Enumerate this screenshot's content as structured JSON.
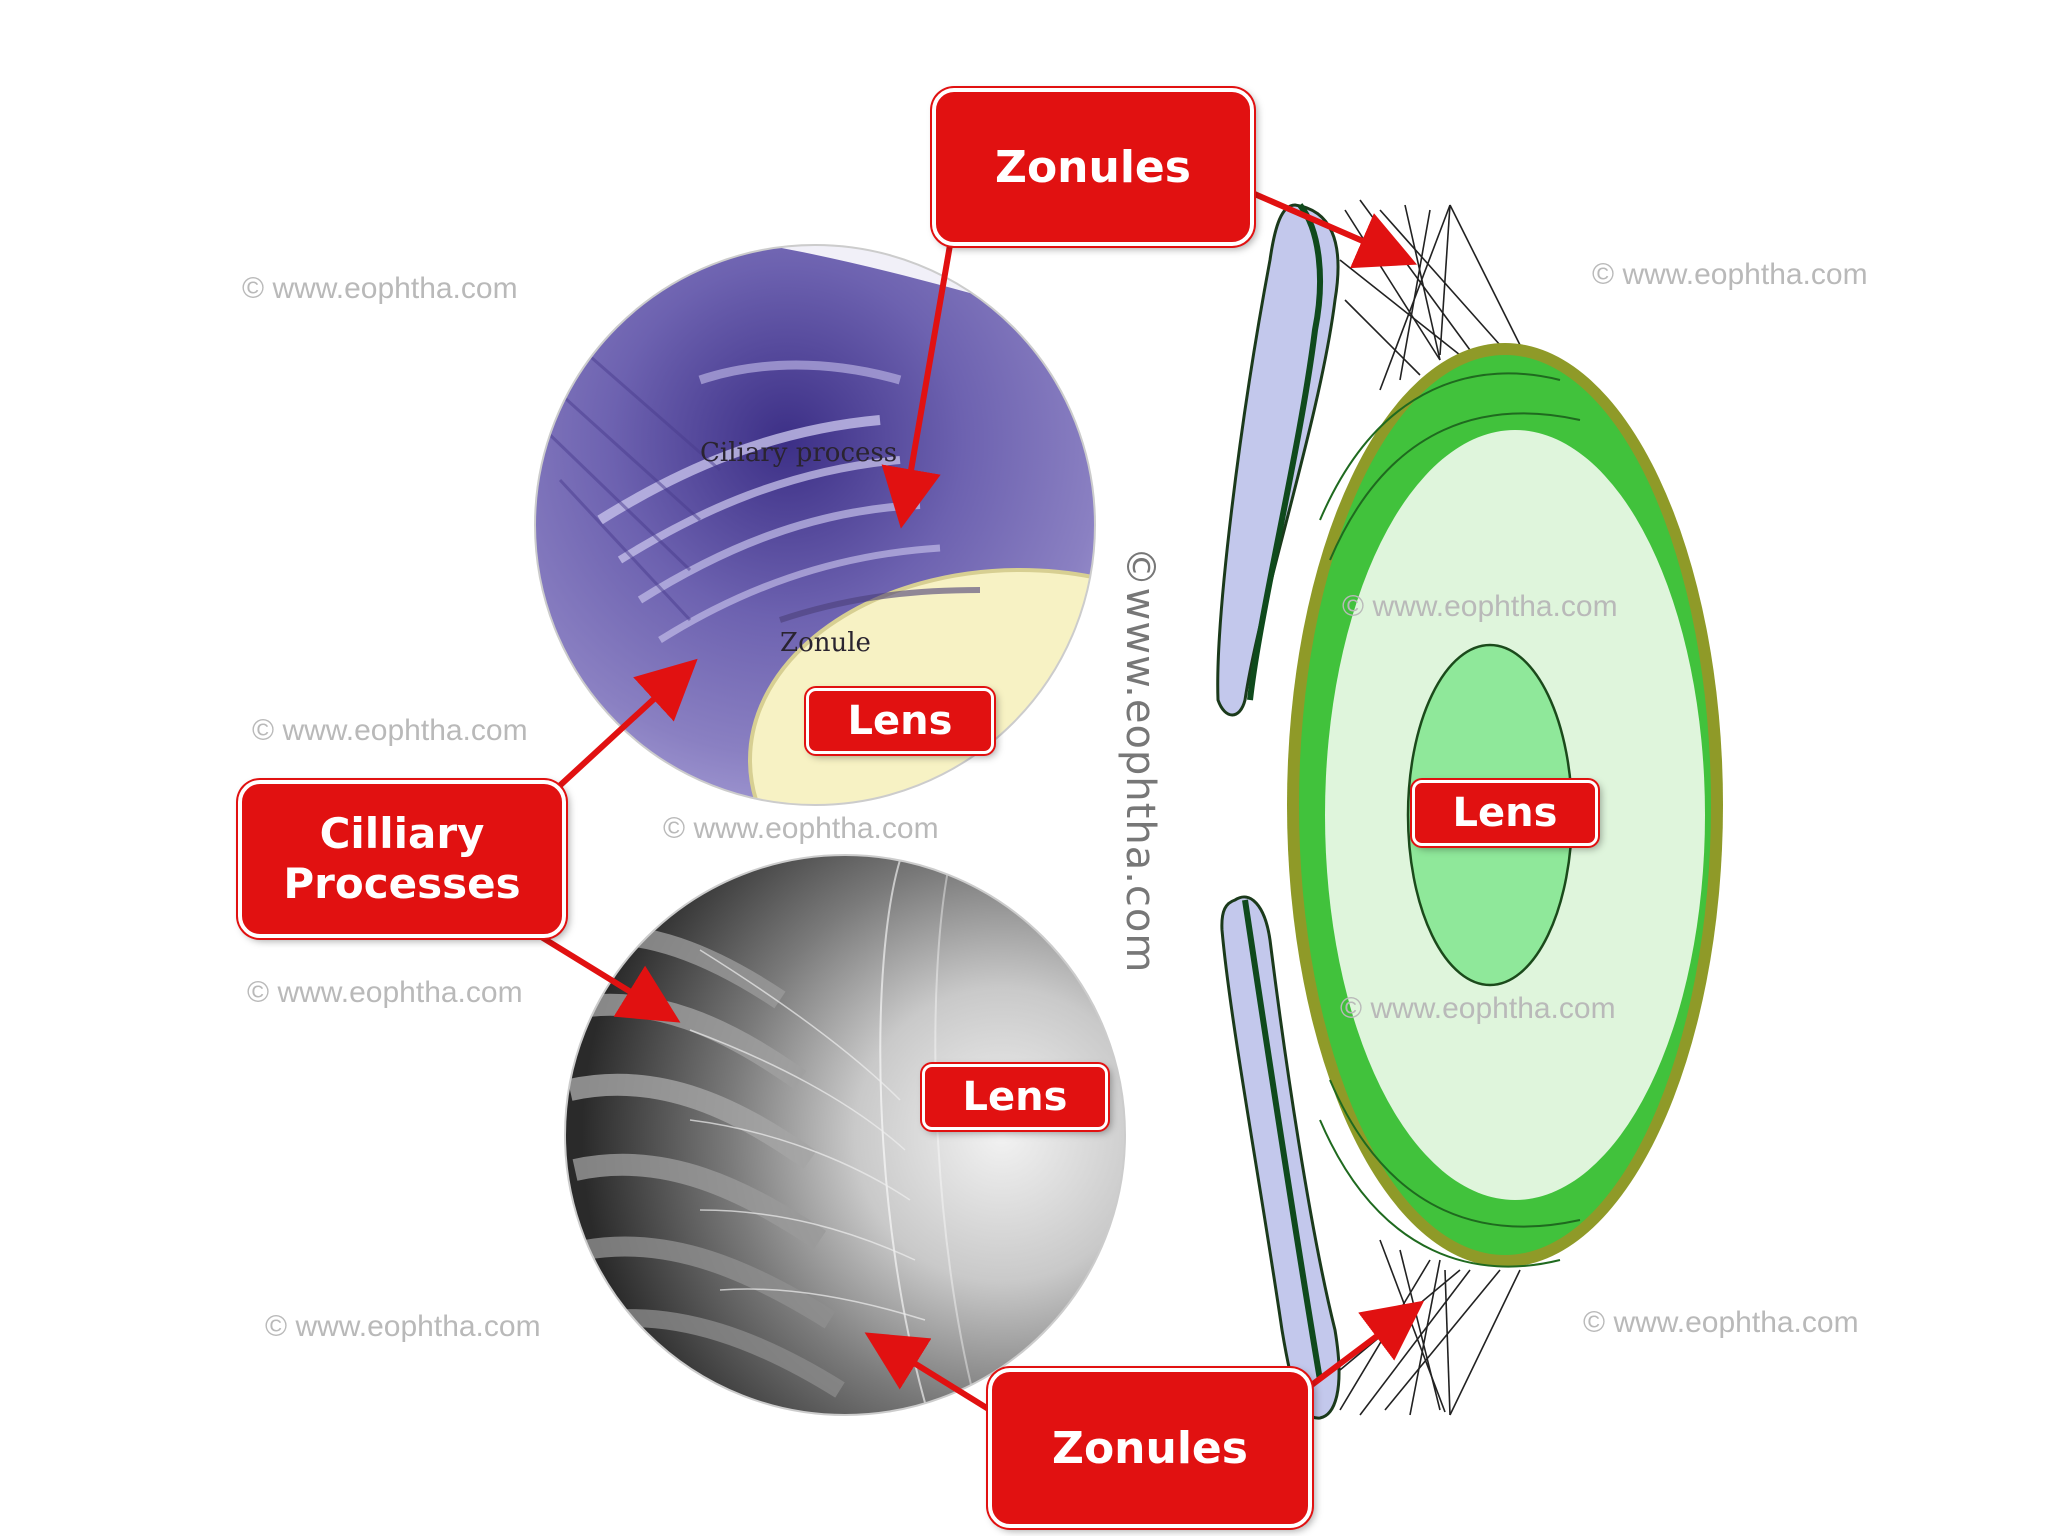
{
  "watermarks": {
    "top_left": "© www.eophtha.com",
    "top_right": "© www.eophtha.com",
    "mid_left": "© www.eophtha.com",
    "mid_center": "© www.eophtha.com",
    "lower_left": "© www.eophtha.com",
    "bottom_left": "© www.eophtha.com",
    "bottom_right": "© www.eophtha.com",
    "lens_upper": "© www.eophtha.com",
    "lens_lower": "© www.eophtha.com",
    "vertical": "©www.eophtha.com"
  },
  "labels": {
    "zonules_top": "Zonules",
    "zonules_bottom": "Zonules",
    "ciliary_processes_line1": "Cilliary",
    "ciliary_processes_line2": "Processes",
    "lens_histology": "Lens",
    "lens_sem": "Lens",
    "lens_diagram": "Lens"
  },
  "micrograph_captions": {
    "ciliary": "Ciliary process",
    "zonule": "Zonule"
  },
  "colors": {
    "callout_red": "#e11111",
    "iris_blue": "#c3c8ec",
    "lens_capsule_olive": "#8f9a28",
    "lens_cortex_green": "#41c23c",
    "lens_body": "#dff5dc",
    "lens_nucleus": "#8fe89a"
  }
}
